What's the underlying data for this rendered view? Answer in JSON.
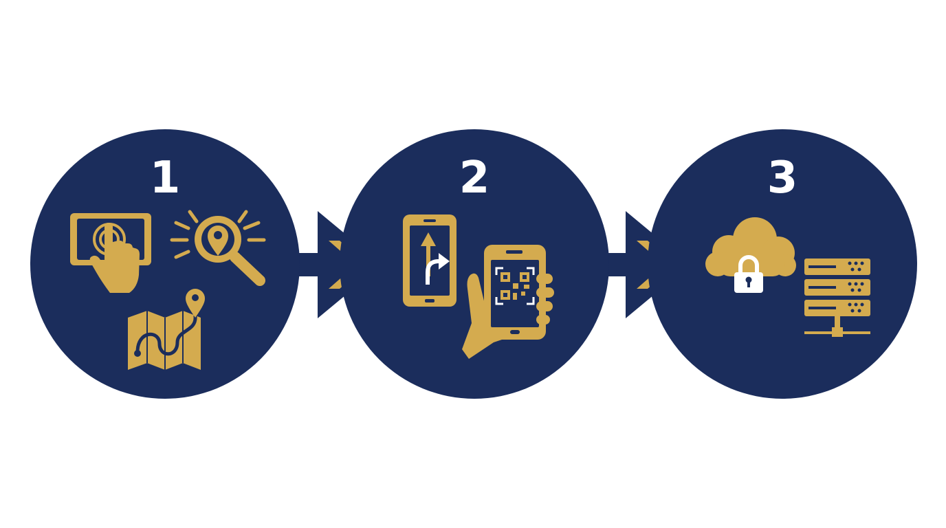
{
  "colors": {
    "background": "#ffffff",
    "circle": "#1b2d5c",
    "icon_gold": "#d4ab4f",
    "icon_white": "#ffffff"
  },
  "steps": [
    {
      "number": "1",
      "icons": [
        "touchscreen-tap-icon",
        "location-search-icon",
        "route-map-icon"
      ]
    },
    {
      "number": "2",
      "icons": [
        "smartphone-navigation-icon",
        "qr-scan-phone-icon"
      ]
    },
    {
      "number": "3",
      "icons": [
        "cloud-lock-icon",
        "server-network-icon"
      ]
    }
  ],
  "connectors": [
    "chevron-arrow-icon",
    "chevron-arrow-icon"
  ]
}
